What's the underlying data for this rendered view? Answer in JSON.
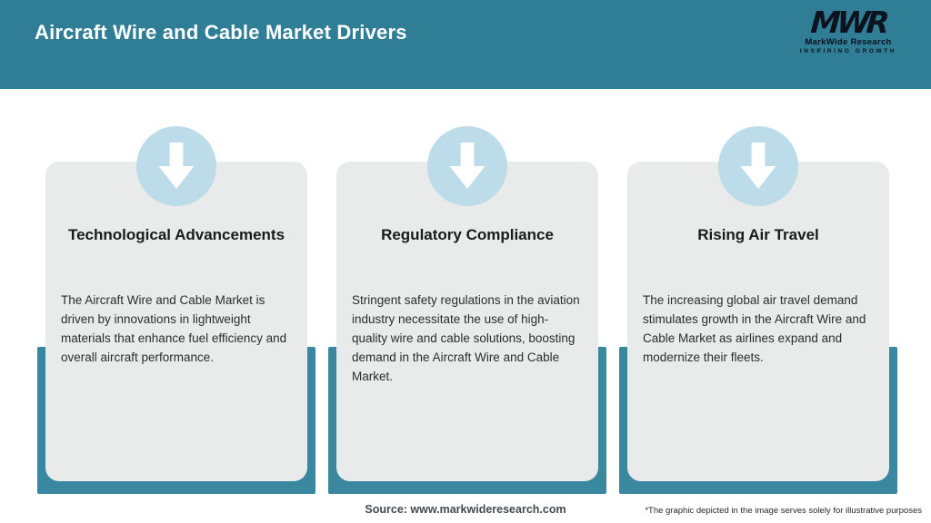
{
  "header": {
    "title": "Aircraft Wire and Cable Market Drivers",
    "logo": {
      "monogram": "MWR",
      "name": "MarkWide Research",
      "tagline": "INSPIRING GROWTH"
    }
  },
  "cards": [
    {
      "icon": "down-arrow-icon",
      "title": "Technological Advancements",
      "description": "The Aircraft Wire and Cable Market is driven by innovations in lightweight materials that enhance fuel efficiency and overall aircraft performance."
    },
    {
      "icon": "down-arrow-icon",
      "title": "Regulatory Compliance",
      "description": "Stringent safety regulations in the aviation industry necessitate the use of high-quality wire and cable solutions, boosting demand in the Aircraft Wire and Cable Market."
    },
    {
      "icon": "down-arrow-icon",
      "title": "Rising Air Travel",
      "description": "The increasing global air travel demand stimulates growth in the Aircraft Wire and Cable Market as airlines expand and modernize their fleets."
    }
  ],
  "footer": {
    "source": "Source: www.markwideresearch.com",
    "disclaimer": "*The graphic depicted in the image serves solely for illustrative purposes"
  },
  "colors": {
    "header_teal": "#2F7E96",
    "band_teal": "#3A87A0",
    "card_gray": "#E8EBEA",
    "circle_blue": "#BCDCE9",
    "arrow_white": "#FFFFFF",
    "logo_black": "#0C121E",
    "title_white": "#FFFFFF"
  }
}
